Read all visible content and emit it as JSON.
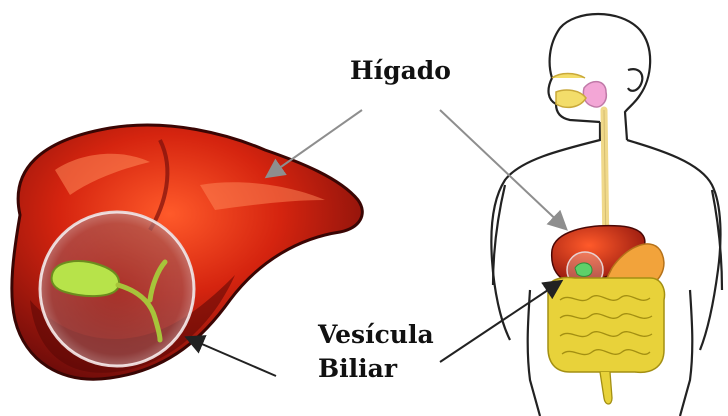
{
  "labels": {
    "liver": "Hígado",
    "gallbladder_line1": "Vesícula",
    "gallbladder_line2": "Biliar"
  },
  "colors": {
    "liver_dark": "#7a0f0c",
    "liver_main": "#c8200f",
    "liver_highlight": "#ff6a3a",
    "gallbladder": "#b7e34a",
    "duct": "#a7c43a",
    "intestine": "#e8d23a",
    "stomach": "#f2a33b",
    "esophagus": "#f0d98a",
    "arrow": "#8e8e8e",
    "outline": "#222222"
  }
}
